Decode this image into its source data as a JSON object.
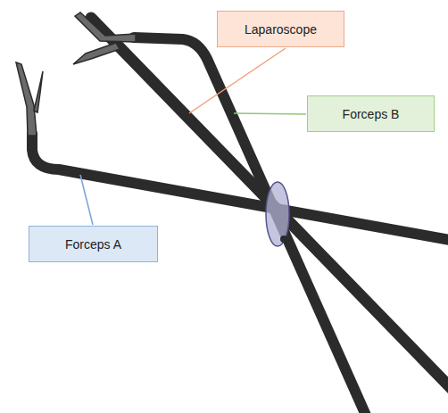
{
  "diagram": {
    "nodes": [
      {
        "text": [
          "Laparoscope"
        ]
      },
      {
        "text": [
          "Forceps B"
        ]
      },
      {
        "text": [
          "Forceps A"
        ]
      }
    ]
  }
}
